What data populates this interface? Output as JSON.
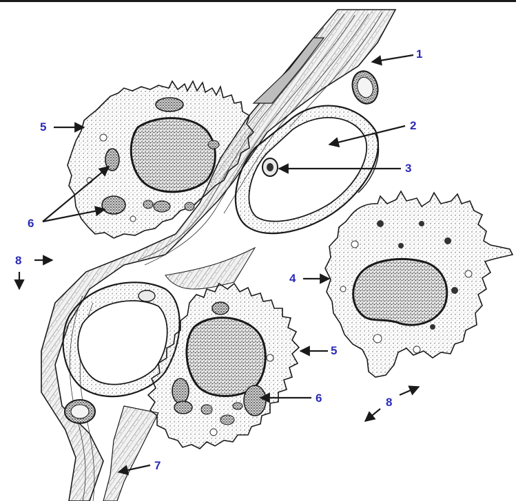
{
  "labels": {
    "l1": "1",
    "l2": "2",
    "l3": "3",
    "l4": "4",
    "l5a": "5",
    "l5b": "5",
    "l6a": "6",
    "l6b": "6",
    "l7": "7",
    "l8a": "8",
    "l8b": "8"
  },
  "colors": {
    "label": "#2a2ab8",
    "ink": "#1a1a1a",
    "paper": "#ffffff",
    "stipple": "#555555"
  }
}
